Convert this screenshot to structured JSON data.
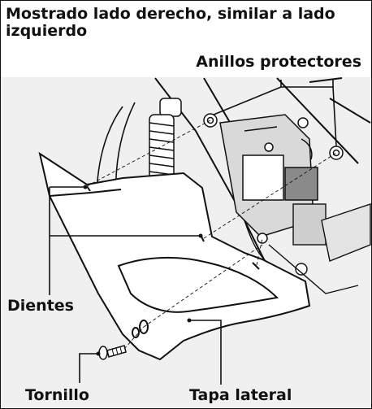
{
  "caption": "Mostrado lado derecho, similar a lado izquierdo",
  "labels": {
    "rings": "Anillos protectores",
    "teeth": "Dientes",
    "screw": "Tornillo",
    "cover": "Tapa lateral"
  },
  "colors": {
    "panel_background": "#f0f0f0",
    "line": "#111111",
    "text": "#111111",
    "engine_shading": "#555555"
  }
}
